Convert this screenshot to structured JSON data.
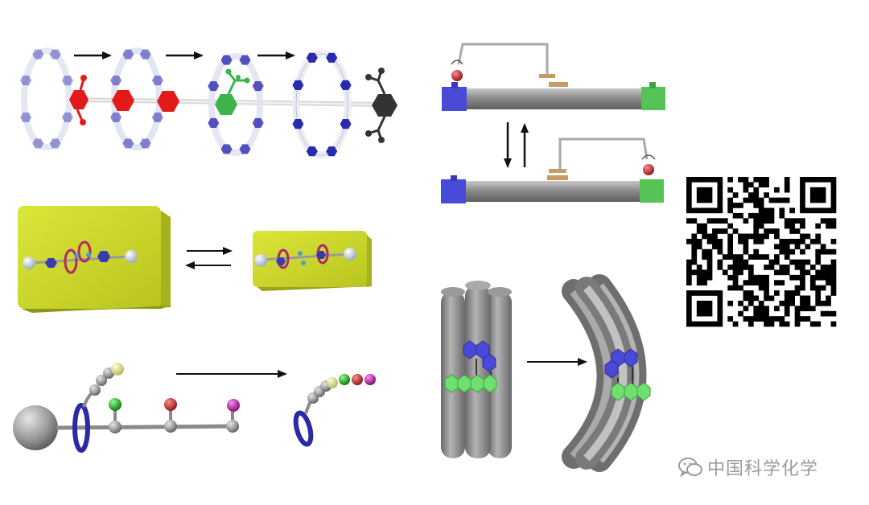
{
  "figure": {
    "panels": [
      "rotaxane-shuttling-sequence",
      "molecular-switch-rail",
      "surface-bound-rotaxane-blocks",
      "molecular-pump-chain",
      "qr-code",
      "fiber-bundle-bending"
    ],
    "colors": {
      "ring_blue": "#3a3ab0",
      "axle_red": "#e41a1a",
      "station_green": "#3cb44b",
      "block_yellow": "#c8d42a",
      "rod_gray": "#8c8c8c",
      "hex_blue": "#4a4ad8",
      "hex_green": "#6fe06f",
      "bead_yellow": "#e6e88a",
      "bead_green": "#1a9a1a",
      "bead_red": "#a81e1e",
      "bead_magenta": "#b0209a",
      "tip_red": "#b22222",
      "plate_blue": "#4a4ad8",
      "plate_green": "#55c455",
      "tan_clamp": "#c99a66"
    }
  },
  "watermark": {
    "text": "中国科学化学",
    "icon": "wechat-logo-icon"
  }
}
